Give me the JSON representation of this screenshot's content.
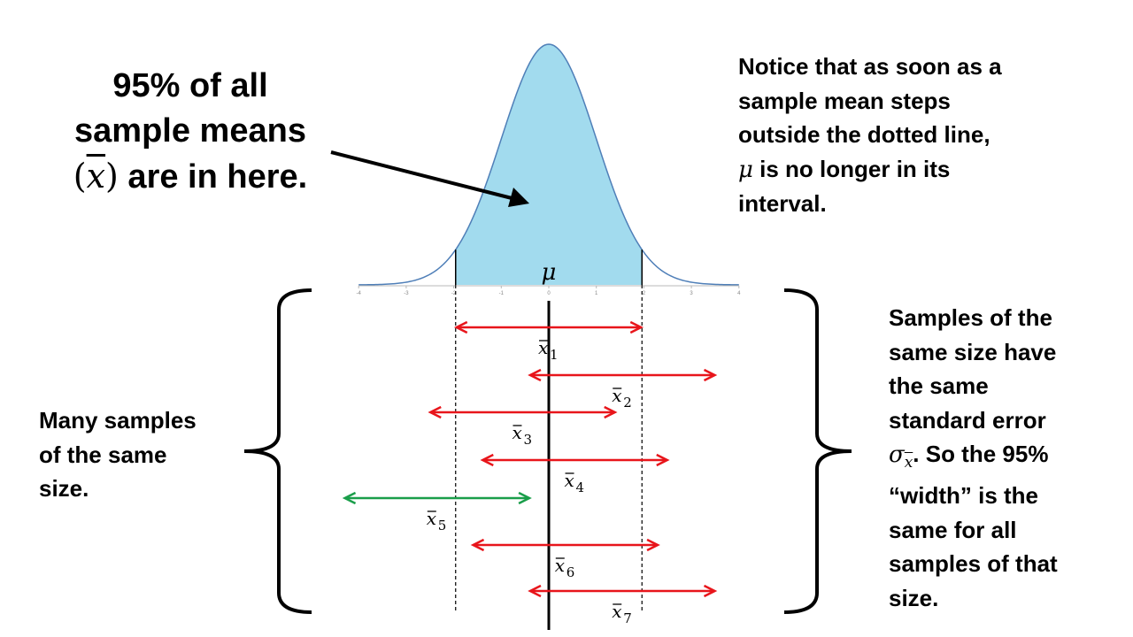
{
  "headline": {
    "line1": "95% of all",
    "line2": "sample means",
    "line3_open": "(",
    "line3_symbol": "x",
    "line3_close": ")",
    "line3_text": " are in here."
  },
  "note_top": {
    "line1": "Notice that as soon as a",
    "line2": "sample mean steps",
    "line3": "outside the dotted line,",
    "line4_symbol": "μ",
    "line4_text": " is no longer in its",
    "line5": "interval."
  },
  "note_left": {
    "line1": "Many samples",
    "line2": "of the same",
    "line3": "size."
  },
  "note_right": {
    "line1": "Samples of the",
    "line2": "same size have",
    "line3": "the same",
    "line4": "standard error",
    "line5_symbol": "σ",
    "line5_sub": "x",
    "line5_text": ". So the 95%",
    "line6": "“width” is the",
    "line7": "same for all",
    "line8": "samples of that",
    "line9": "size."
  },
  "curve": {
    "mu_label": "μ",
    "fill_color": "#a2dbee",
    "line_color": "#4f7fb8",
    "interval_low": -1.96,
    "interval_high": 1.96,
    "tick_labels": [
      "-4",
      "-3",
      "-2",
      "-1",
      "0",
      "1",
      "2",
      "3",
      "4"
    ]
  },
  "intervals": {
    "colors": {
      "contains_mu": "#e8151b",
      "misses_mu": "#1a9e4a"
    },
    "items": [
      {
        "label": "x",
        "index": "1",
        "center": 0.0,
        "contains_mu": true
      },
      {
        "label": "x",
        "index": "2",
        "center": 1.55,
        "contains_mu": true
      },
      {
        "label": "x",
        "index": "3",
        "center": -0.55,
        "contains_mu": true
      },
      {
        "label": "x",
        "index": "4",
        "center": 0.55,
        "contains_mu": true
      },
      {
        "label": "x",
        "index": "5",
        "center": -2.35,
        "contains_mu": false
      },
      {
        "label": "x",
        "index": "6",
        "center": 0.35,
        "contains_mu": true
      },
      {
        "label": "x",
        "index": "7",
        "center": 1.55,
        "contains_mu": true
      }
    ]
  }
}
